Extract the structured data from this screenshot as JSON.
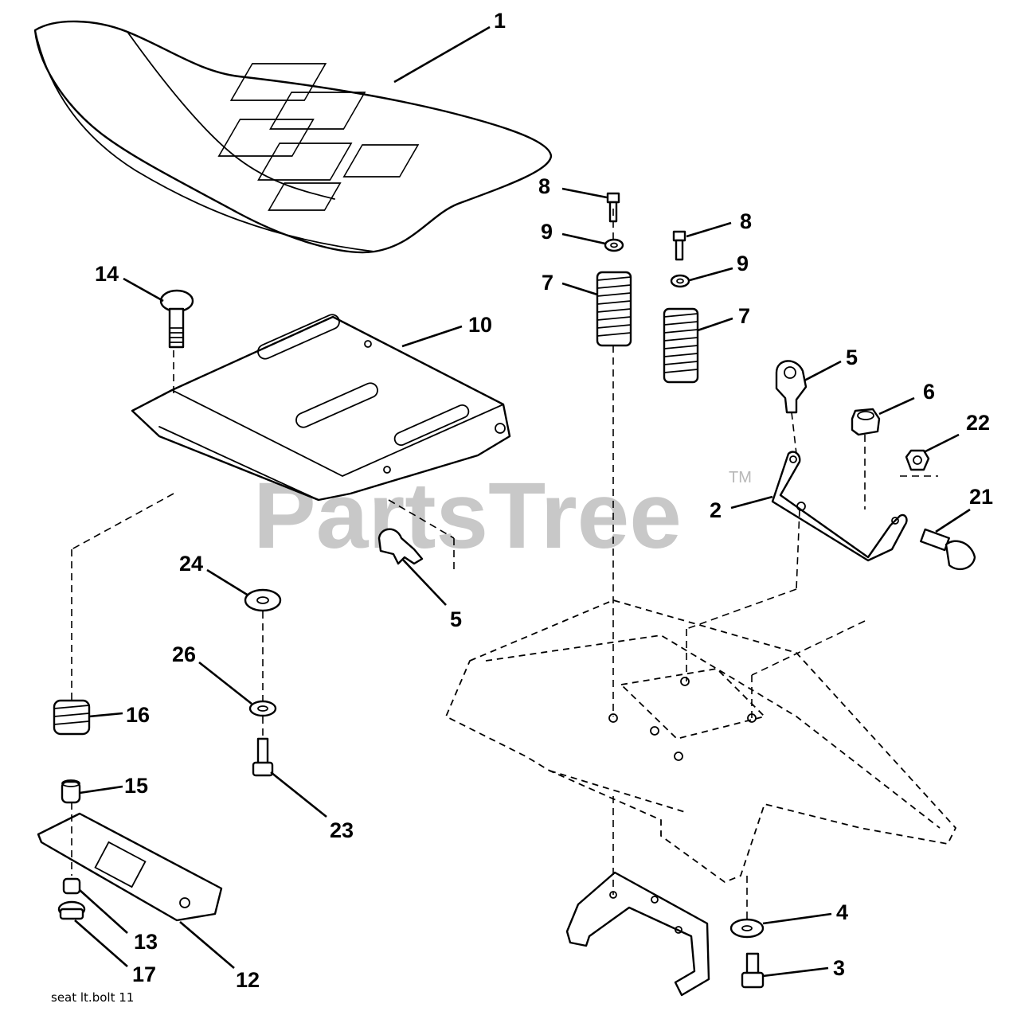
{
  "diagram": {
    "footer_code": "seat  lt.bolt  11",
    "watermark": "PartsTree",
    "trademark": "TM",
    "callouts": [
      "1",
      "8",
      "9",
      "8",
      "9",
      "7",
      "7",
      "14",
      "10",
      "5",
      "6",
      "22",
      "2",
      "21",
      "5",
      "24",
      "26",
      "16",
      "15",
      "23",
      "4",
      "3",
      "13",
      "17",
      "12"
    ]
  }
}
